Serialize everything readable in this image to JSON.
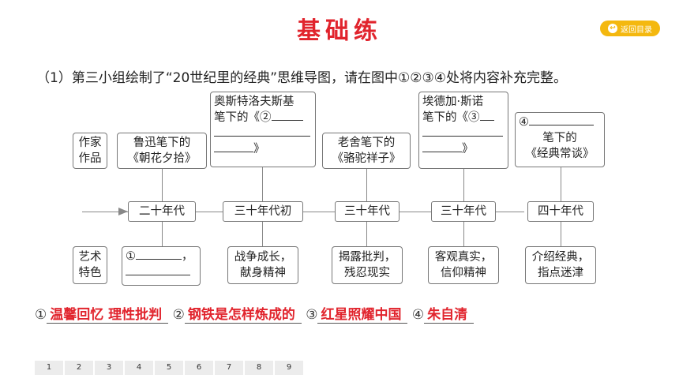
{
  "title": "基础练",
  "back_button": {
    "label": "返回目录",
    "icon": "return-icon"
  },
  "question": "（1）第三小组绘制了“20世纪里的经典”思维导图，请在图中①②③④处将内容补充完整。",
  "labels": {
    "author": [
      "作家",
      "作品"
    ],
    "feature": [
      "艺术",
      "特色"
    ]
  },
  "works": [
    {
      "line1": "鲁迅笔下的",
      "line2": "《朝花夕拾》"
    },
    {
      "line1": "奥斯特洛夫斯基",
      "line2": "笔下的《②",
      "line3": "》"
    },
    {
      "line1": "老舍笔下的",
      "line2": "《骆驼祥子》"
    },
    {
      "line1": "埃德加·斯诺",
      "line2": "笔下的《③",
      "line3": "》"
    },
    {
      "line1": "④",
      "line2": "笔下的",
      "line3": "《经典常谈》"
    }
  ],
  "eras": [
    "二十年代",
    "三十年代初",
    "三十年代",
    "三十年代",
    "四十年代"
  ],
  "features": [
    {
      "line1": "①",
      "line2": "，"
    },
    {
      "line1": "战争成长，",
      "line2": "献身精神"
    },
    {
      "line1": "揭露批判，",
      "line2": "残忍现实"
    },
    {
      "line1": "客观真实，",
      "line2": "信仰精神"
    },
    {
      "line1": "介绍经典，",
      "line2": "指点迷津"
    }
  ],
  "answers": [
    {
      "num": "①",
      "text": "温馨回忆  理性批判"
    },
    {
      "num": "②",
      "text": "钢铁是怎样炼成的"
    },
    {
      "num": "③",
      "text": "红星照耀中国"
    },
    {
      "num": "④",
      "text": "朱自清"
    }
  ],
  "pages": [
    "1",
    "2",
    "3",
    "4",
    "5",
    "6",
    "7",
    "8",
    "9"
  ],
  "colors": {
    "accent": "#e1242d",
    "button": "#f4b80f"
  }
}
